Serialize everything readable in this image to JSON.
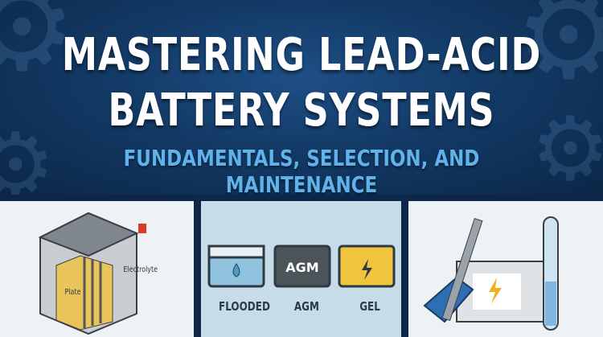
{
  "title": {
    "line1": "MASTERING LEAD-ACID",
    "line2": "BATTERY SYSTEMS"
  },
  "subtitle": "FUNDAMENTALS, SELECTION, AND MAINTENANCE",
  "panel1": {
    "labels": {
      "plate": "Plate",
      "electrolyte": "Electrolyte"
    }
  },
  "panel2": {
    "types": [
      {
        "name": "FLOODED",
        "color": "#8fc3de"
      },
      {
        "name": "AGM",
        "color": "#4a5459",
        "badge": "AGM"
      },
      {
        "name": "GEL",
        "color": "#f0c43c"
      }
    ]
  },
  "colors": {
    "banner": "#133a66",
    "subtitle": "#5fb3ea",
    "divider": "#0d2748"
  }
}
